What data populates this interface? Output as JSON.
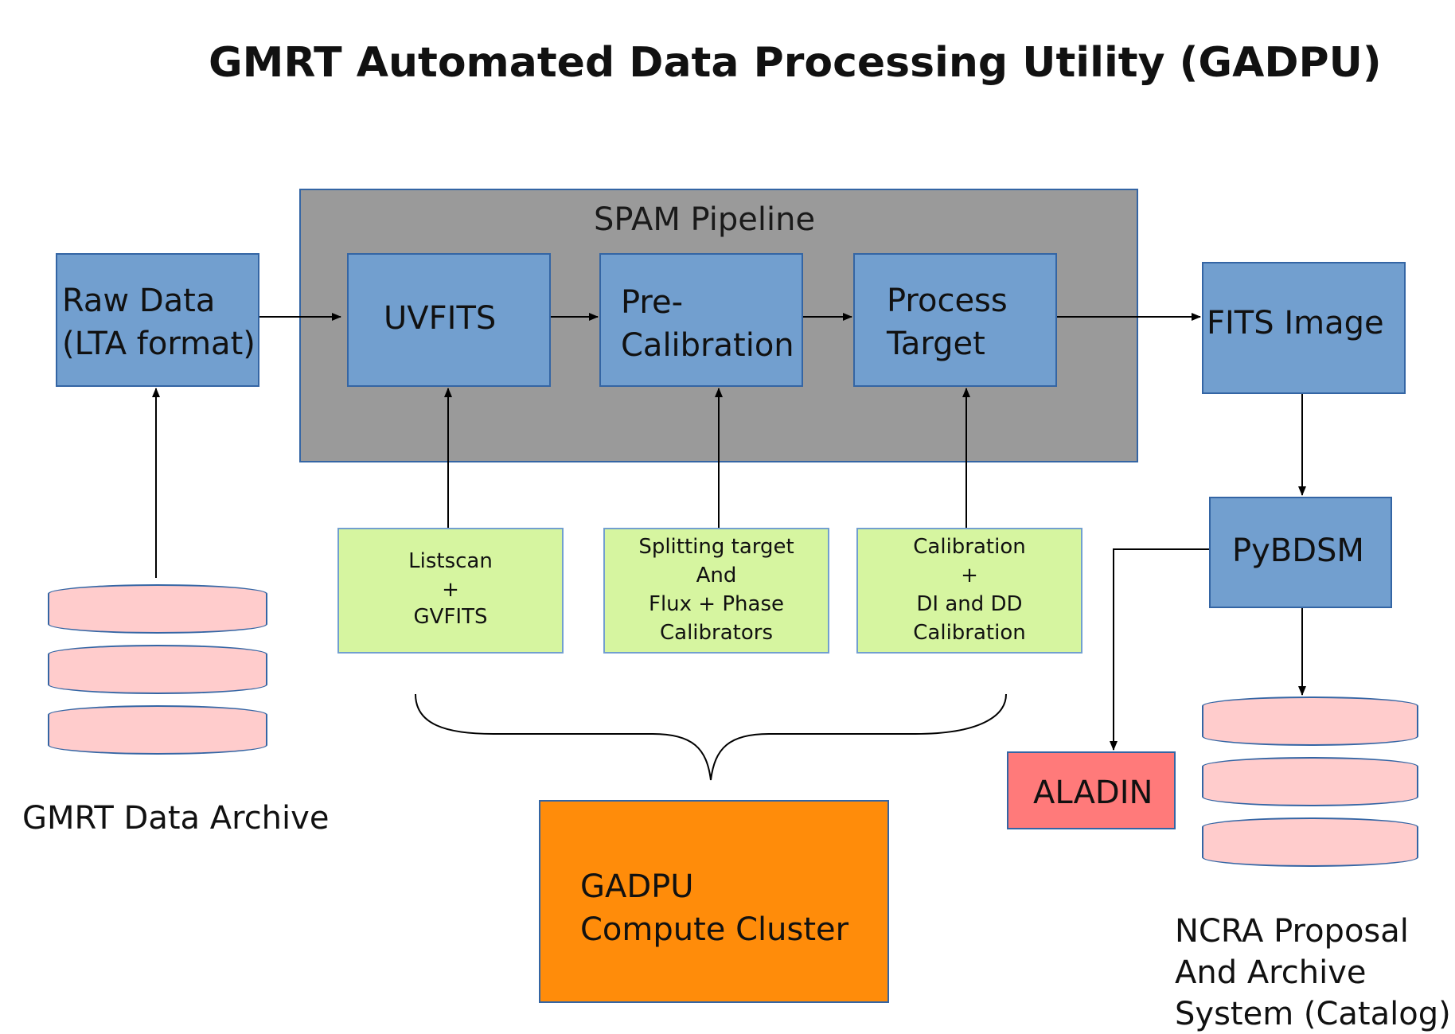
{
  "title": "GMRT Automated Data Processing Utility (GADPU)",
  "spam_pipeline": "SPAM Pipeline",
  "raw_data": {
    "line1": "Raw Data",
    "line2": "(LTA format)"
  },
  "uvfits": "UVFITS",
  "pre_calibration": {
    "line1": "Pre-",
    "line2": "Calibration"
  },
  "process_target": {
    "line1": "Process",
    "line2": "Target"
  },
  "fits_image": "FITS Image",
  "pybdsm": "PyBDSM",
  "aladin": "ALADIN",
  "listscan": {
    "line1": "Listscan",
    "line2": "+",
    "line3": "GVFITS"
  },
  "splitting": {
    "line1": "Splitting target",
    "line2": "And",
    "line3": "Flux + Phase",
    "line4": "Calibrators"
  },
  "calibration": {
    "line1": "Calibration",
    "line2": "+",
    "line3": "DI and DD",
    "line4": "Calibration"
  },
  "gadpu_cluster": {
    "line1": "GADPU",
    "line2": "Compute Cluster"
  },
  "gmrt_archive": "GMRT Data Archive",
  "ncra_archive": {
    "line1": "NCRA Proposal",
    "line2": "And Archive",
    "line3": "System (Catalog)"
  },
  "colors": {
    "process_blue": "#729fcf",
    "border_blue": "#3465a4",
    "pipeline_gray": "#9a9a9a",
    "task_green": "#d6f5a0",
    "cluster_orange": "#ff8c0a",
    "aladin_red": "#ff7a7a",
    "storage_pink": "#ffcccc"
  }
}
